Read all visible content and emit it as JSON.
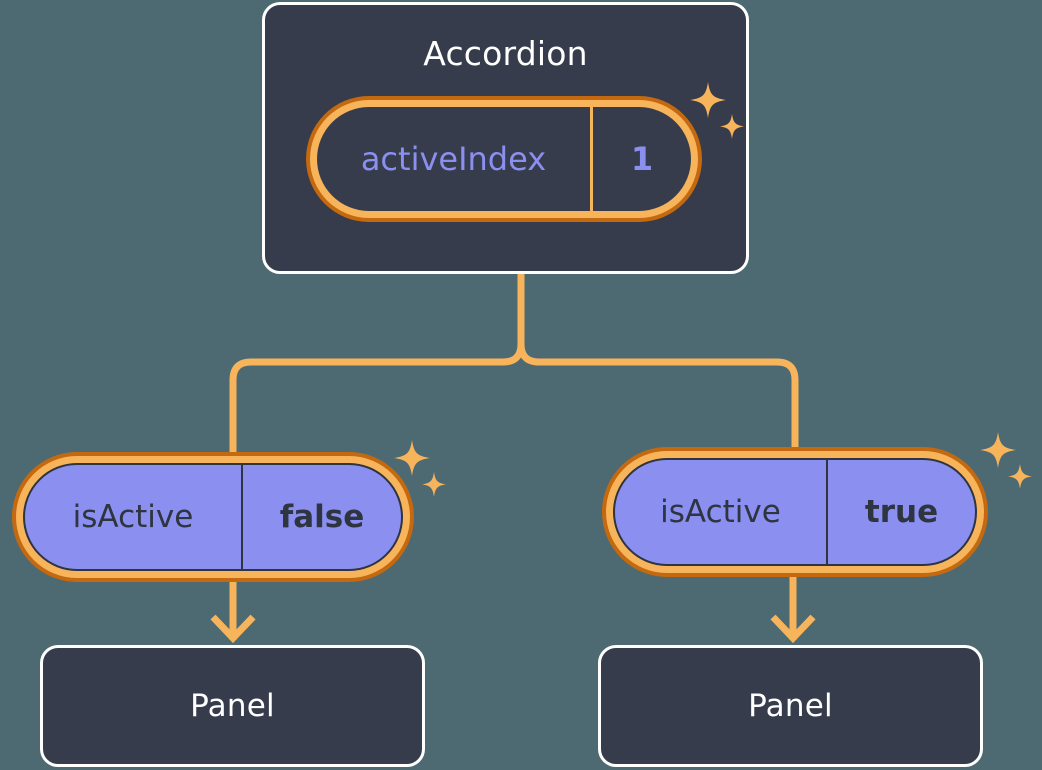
{
  "diagram": {
    "type": "component-state-tree",
    "background_color": "#4d6a72",
    "title_hidden": true
  },
  "theme": {
    "background": "#4d6a72",
    "card_fill": "#363c4c",
    "card_border": "#ffffff",
    "card_text": "#ffffff",
    "ring_outer": "#c4690f",
    "ring_inner": "#f7b45b",
    "state_fill": "#8b8ff0",
    "state_text": "#2e3440",
    "accent_purple": "#8b8ff0",
    "connector": "#f7b45b",
    "sparkle": "#f7b45b"
  },
  "root": {
    "card_label": "Accordion",
    "state": {
      "key": "activeIndex",
      "value": "1",
      "highlighted": true,
      "sparkle_icon": "sparkles-icon"
    }
  },
  "branches": [
    {
      "id": "left",
      "state": {
        "key": "isActive",
        "value": "false",
        "highlighted": true,
        "sparkle_icon": "sparkles-icon"
      },
      "child_card_label": "Panel"
    },
    {
      "id": "right",
      "state": {
        "key": "isActive",
        "value": "true",
        "highlighted": true,
        "sparkle_icon": "sparkles-icon"
      },
      "child_card_label": "Panel"
    }
  ],
  "connectors": {
    "stem_icon": "tree-branch-connector",
    "arrow_icon": "arrow-down-icon",
    "count": 4
  }
}
